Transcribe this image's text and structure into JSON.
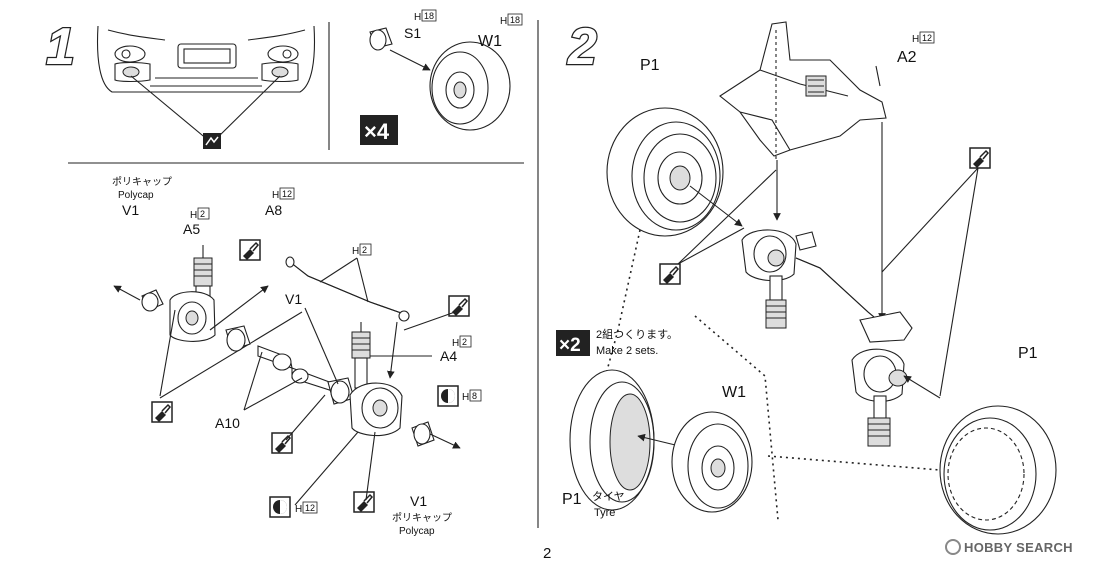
{
  "page_number": "2",
  "watermark": "HOBBY SEARCH",
  "step1": {
    "number": "1",
    "top_right": {
      "s1": "S1",
      "s1_runner": "18",
      "w1": "W1",
      "w1_runner": "18",
      "quantity": "×4"
    },
    "lower": {
      "polycap_jp_left": "ポリキャップ",
      "polycap_en_left": "Polycap",
      "v1_left": "V1",
      "a5": "A5",
      "a5_runner": "2",
      "a8": "A8",
      "a8_runner": "12",
      "h2_center": "2",
      "v1_center": "V1",
      "a4": "A4",
      "a4_runner": "2",
      "h8": "8",
      "a10": "A10",
      "h12_bottom": "12",
      "v1_bottom": "V1",
      "polycap_jp_bottom": "ポリキャップ",
      "polycap_en_bottom": "Polycap"
    }
  },
  "step2": {
    "number": "2",
    "p1_top": "P1",
    "a2": "A2",
    "a2_runner": "12",
    "sets_quantity": "×2",
    "sets_jp": "2組つくります。",
    "sets_en": "Make 2 sets.",
    "w1": "W1",
    "p1_tyre": "P1",
    "tyre_jp": "タイヤ",
    "tyre_en": "Tyre",
    "p1_right": "P1"
  },
  "runner_prefix": "H"
}
